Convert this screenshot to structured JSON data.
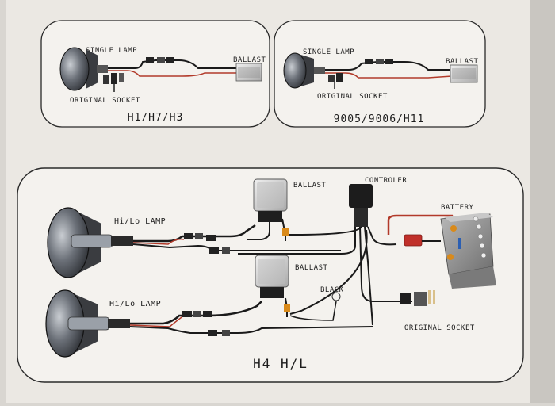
{
  "panels": {
    "top_left": {
      "single_lamp": "SINGLE LAMP",
      "ballast": "BALLAST",
      "original_socket": "ORIGINAL SOCKET",
      "caption": "H1/H7/H3"
    },
    "top_right": {
      "single_lamp": "SINGLE LAMP",
      "ballast": "BALLAST",
      "original_socket": "ORIGINAL SOCKET",
      "caption": "9005/9006/H11"
    },
    "bottom": {
      "ballast_upper": "BALLAST",
      "ballast_lower": "BALLAST",
      "controller": "CONTROLER",
      "battery": "BATTERY",
      "hilo_lamp_upper": "Hi/Lo LAMP",
      "hilo_lamp_lower": "Hi/Lo LAMP",
      "black": "BLACK",
      "original_socket": "ORIGINAL SOCKET",
      "caption": "H4 H/L"
    }
  },
  "colors": {
    "background": "#d9d6d1",
    "panel_fill": "#f4f2ee",
    "panel_stroke": "#2a2a2a",
    "wire_black": "#1a1a1a",
    "wire_red": "#b23a2a",
    "ballast_gray": "#cfcfcf",
    "battery_gray": "#9a9a9a",
    "terminal_orange": "#d98a1a",
    "connector_red": "#c0302a"
  },
  "icons": [
    "lamp-icon",
    "ballast-icon",
    "controller-icon",
    "battery-icon",
    "connector-icon",
    "socket-icon"
  ]
}
